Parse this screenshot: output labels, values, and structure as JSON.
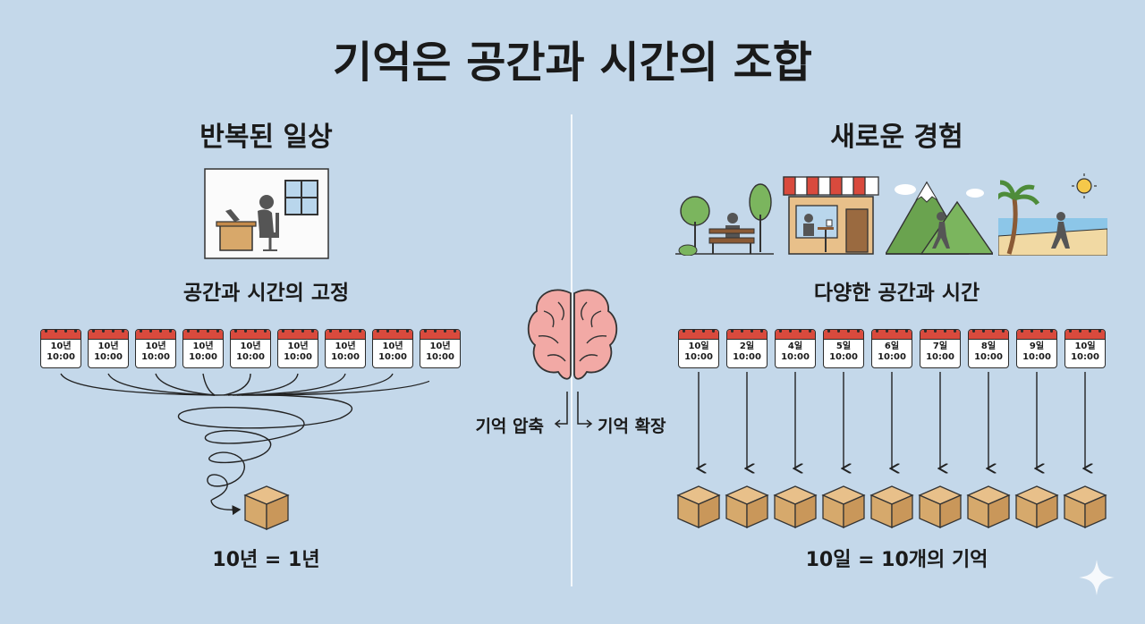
{
  "title": "기억은 공간과 시간의 조합",
  "left": {
    "heading": "반복된 일상",
    "subheading": "공간과 시간의 고정",
    "calendars": [
      {
        "date": "10년",
        "time": "10:00"
      },
      {
        "date": "10년",
        "time": "10:00"
      },
      {
        "date": "10년",
        "time": "10:00"
      },
      {
        "date": "10년",
        "time": "10:00"
      },
      {
        "date": "10년",
        "time": "10:00"
      },
      {
        "date": "10년",
        "time": "10:00"
      },
      {
        "date": "10년",
        "time": "10:00"
      },
      {
        "date": "10년",
        "time": "10:00"
      },
      {
        "date": "10년",
        "time": "10:00"
      }
    ],
    "caption": "10년 = 1년"
  },
  "center": {
    "compress_label": "기억 압축",
    "expand_label": "기억 확장"
  },
  "right": {
    "heading": "새로운 경험",
    "subheading": "다양한 공간과 시간",
    "calendars": [
      {
        "date": "10일",
        "time": "10:00"
      },
      {
        "date": "2일",
        "time": "10:00"
      },
      {
        "date": "4일",
        "time": "10:00"
      },
      {
        "date": "5일",
        "time": "10:00"
      },
      {
        "date": "6일",
        "time": "10:00"
      },
      {
        "date": "7일",
        "time": "10:00"
      },
      {
        "date": "8일",
        "time": "10:00"
      },
      {
        "date": "9일",
        "time": "10:00"
      },
      {
        "date": "10일",
        "time": "10:00"
      }
    ],
    "caption": "10일 = 10개의 기억"
  },
  "colors": {
    "background": "#c4d8ea",
    "calendar_header": "#d94a3d",
    "box": "#d6a96c",
    "brain": "#f2a9a5"
  }
}
